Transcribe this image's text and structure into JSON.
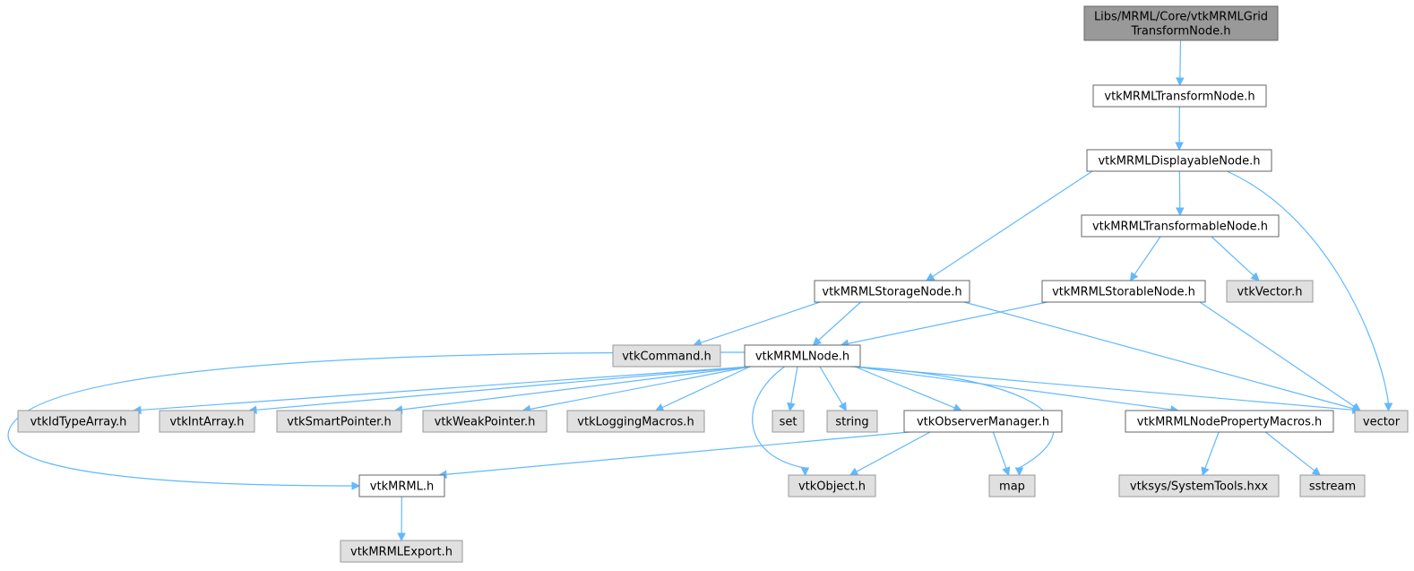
{
  "diagram": {
    "title": "",
    "nodes": [
      {
        "id": "root",
        "lines": [
          "Libs/MRML/Core/vtkMRMLGrid",
          "TransformNode.h"
        ],
        "kind": "root"
      },
      {
        "id": "transformnode",
        "lines": [
          "vtkMRMLTransformNode.h"
        ],
        "kind": "doc"
      },
      {
        "id": "displayablenode",
        "lines": [
          "vtkMRMLDisplayableNode.h"
        ],
        "kind": "doc"
      },
      {
        "id": "transformablenode",
        "lines": [
          "vtkMRMLTransformableNode.h"
        ],
        "kind": "doc"
      },
      {
        "id": "storagenode",
        "lines": [
          "vtkMRMLStorageNode.h"
        ],
        "kind": "doc"
      },
      {
        "id": "storablenode",
        "lines": [
          "vtkMRMLStorableNode.h"
        ],
        "kind": "doc"
      },
      {
        "id": "vtkvector",
        "lines": [
          "vtkVector.h"
        ],
        "kind": "ext"
      },
      {
        "id": "vtkcommand",
        "lines": [
          "vtkCommand.h"
        ],
        "kind": "ext"
      },
      {
        "id": "mrmlnode",
        "lines": [
          "vtkMRMLNode.h"
        ],
        "kind": "doc"
      },
      {
        "id": "idtypearray",
        "lines": [
          "vtkIdTypeArray.h"
        ],
        "kind": "ext"
      },
      {
        "id": "intarray",
        "lines": [
          "vtkIntArray.h"
        ],
        "kind": "ext"
      },
      {
        "id": "smartpointer",
        "lines": [
          "vtkSmartPointer.h"
        ],
        "kind": "ext"
      },
      {
        "id": "weakpointer",
        "lines": [
          "vtkWeakPointer.h"
        ],
        "kind": "ext"
      },
      {
        "id": "loggingmacros",
        "lines": [
          "vtkLoggingMacros.h"
        ],
        "kind": "ext"
      },
      {
        "id": "set",
        "lines": [
          "set"
        ],
        "kind": "ext"
      },
      {
        "id": "string",
        "lines": [
          "string"
        ],
        "kind": "ext"
      },
      {
        "id": "observermanager",
        "lines": [
          "vtkObserverManager.h"
        ],
        "kind": "doc"
      },
      {
        "id": "propertymacros",
        "lines": [
          "vtkMRMLNodePropertyMacros.h"
        ],
        "kind": "doc"
      },
      {
        "id": "vector",
        "lines": [
          "vector"
        ],
        "kind": "ext"
      },
      {
        "id": "vtkmrml",
        "lines": [
          "vtkMRML.h"
        ],
        "kind": "doc"
      },
      {
        "id": "vtkobject",
        "lines": [
          "vtkObject.h"
        ],
        "kind": "ext"
      },
      {
        "id": "map",
        "lines": [
          "map"
        ],
        "kind": "ext"
      },
      {
        "id": "systemtools",
        "lines": [
          "vtksys/SystemTools.hxx"
        ],
        "kind": "ext"
      },
      {
        "id": "sstream",
        "lines": [
          "sstream"
        ],
        "kind": "ext"
      },
      {
        "id": "mrmlexport",
        "lines": [
          "vtkMRMLExport.h"
        ],
        "kind": "ext"
      }
    ],
    "edges": [
      [
        "root",
        "transformnode"
      ],
      [
        "transformnode",
        "displayablenode"
      ],
      [
        "displayablenode",
        "transformablenode"
      ],
      [
        "displayablenode",
        "storagenode"
      ],
      [
        "displayablenode",
        "vector"
      ],
      [
        "transformablenode",
        "storablenode"
      ],
      [
        "transformablenode",
        "vtkvector"
      ],
      [
        "storagenode",
        "vtkcommand"
      ],
      [
        "storagenode",
        "mrmlnode"
      ],
      [
        "storagenode",
        "vector"
      ],
      [
        "storablenode",
        "mrmlnode"
      ],
      [
        "storablenode",
        "vector"
      ],
      [
        "mrmlnode",
        "idtypearray"
      ],
      [
        "mrmlnode",
        "intarray"
      ],
      [
        "mrmlnode",
        "smartpointer"
      ],
      [
        "mrmlnode",
        "weakpointer"
      ],
      [
        "mrmlnode",
        "loggingmacros"
      ],
      [
        "mrmlnode",
        "set"
      ],
      [
        "mrmlnode",
        "string"
      ],
      [
        "mrmlnode",
        "observermanager"
      ],
      [
        "mrmlnode",
        "propertymacros"
      ],
      [
        "mrmlnode",
        "vector"
      ],
      [
        "mrmlnode",
        "vtkmrml"
      ],
      [
        "mrmlnode",
        "vtkobject"
      ],
      [
        "mrmlnode",
        "map"
      ],
      [
        "observermanager",
        "vtkmrml"
      ],
      [
        "observermanager",
        "vtkobject"
      ],
      [
        "observermanager",
        "map"
      ],
      [
        "propertymacros",
        "systemtools"
      ],
      [
        "propertymacros",
        "sstream"
      ],
      [
        "vtkmrml",
        "mrmlexport"
      ]
    ]
  }
}
